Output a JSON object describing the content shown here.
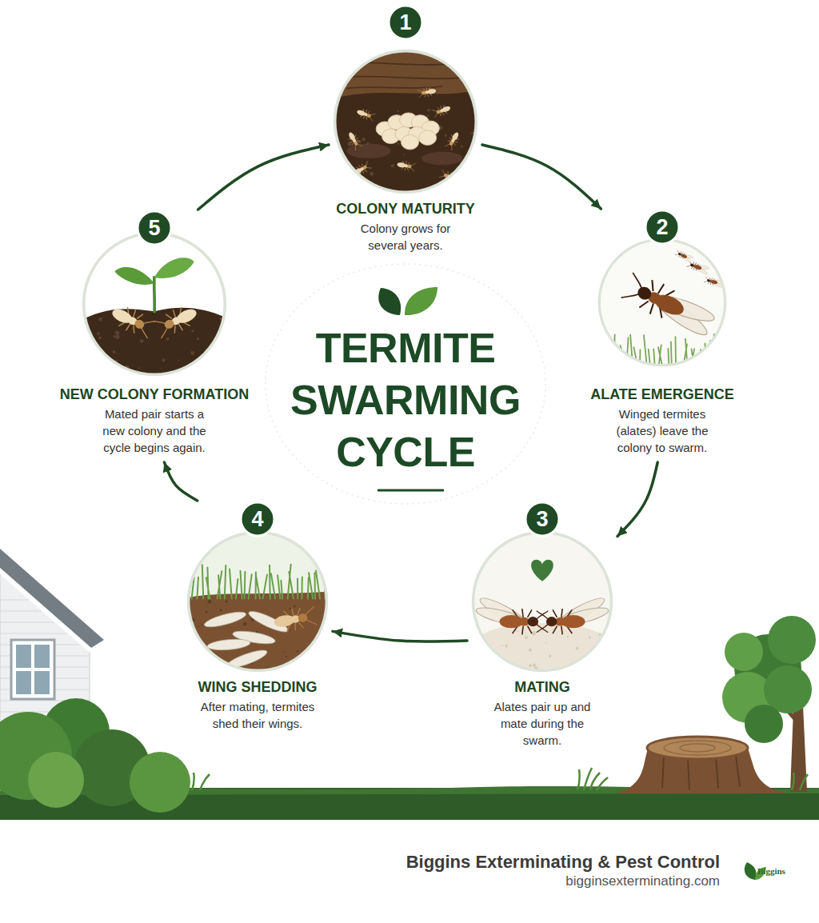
{
  "diagram": {
    "title": "TERMITE SWARMING CYCLE",
    "nodes": [
      {
        "text": [
          "COLONY MATURITY",
          "Colony grows for several years."
        ]
      },
      {
        "text": [
          "1"
        ],
        "in": 0
      },
      {
        "text": [
          "ALATE EMERGENCE",
          "Winged termites (alates) leave the colony to swarm."
        ]
      },
      {
        "text": [
          "2"
        ],
        "in": 2
      },
      {
        "text": [
          "MATING",
          "Alates pair up and mate during the swarm."
        ]
      },
      {
        "text": [
          "3"
        ],
        "in": 4
      },
      {
        "text": [
          "WING SHEDDING",
          "After mating, termites shed their wings."
        ]
      },
      {
        "text": [
          "4"
        ],
        "in": 6
      },
      {
        "text": [
          "NEW COLONY FORMATION",
          "Mated pair starts a new colony and the cycle begins again."
        ]
      },
      {
        "text": [
          "5"
        ],
        "in": 8
      }
    ],
    "edges": [
      {
        "from": 0,
        "to": 2,
        "arrow": "to"
      },
      {
        "from": 2,
        "to": 4,
        "arrow": "to"
      },
      {
        "from": 4,
        "to": 6,
        "arrow": "to"
      },
      {
        "from": 6,
        "to": 8,
        "arrow": "to"
      },
      {
        "from": 8,
        "to": 0,
        "arrow": "to"
      }
    ],
    "labels": [
      "Biggins Exterminating & Pest Control",
      "bigginsexterminating.com",
      "Biggins"
    ]
  }
}
